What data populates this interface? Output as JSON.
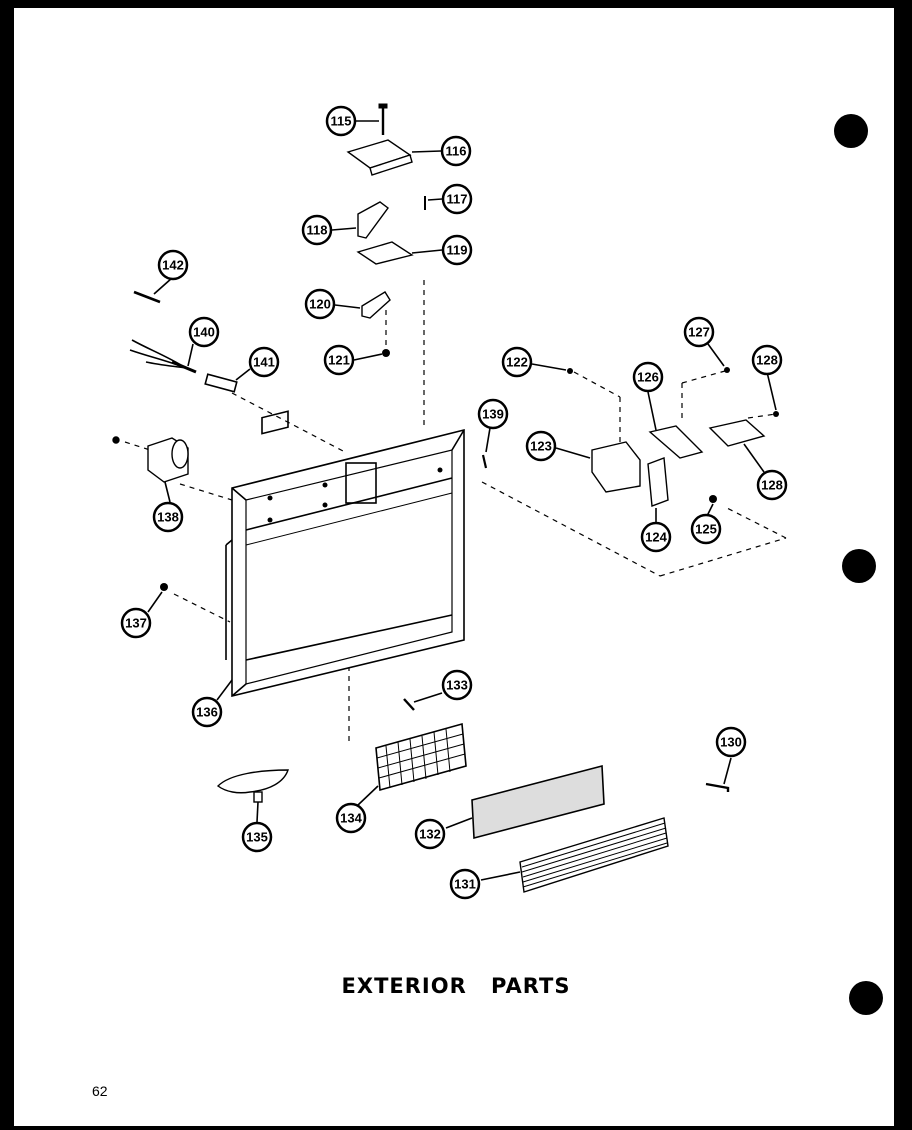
{
  "caption": "EXTERIOR PARTS",
  "page_number": "62",
  "callouts": [
    {
      "id": "115",
      "label": "115"
    },
    {
      "id": "116",
      "label": "116"
    },
    {
      "id": "117",
      "label": "117"
    },
    {
      "id": "118",
      "label": "118"
    },
    {
      "id": "119",
      "label": "119"
    },
    {
      "id": "120",
      "label": "120"
    },
    {
      "id": "121",
      "label": "121"
    },
    {
      "id": "122",
      "label": "122"
    },
    {
      "id": "123",
      "label": "123"
    },
    {
      "id": "124",
      "label": "124"
    },
    {
      "id": "125",
      "label": "125"
    },
    {
      "id": "126",
      "label": "126"
    },
    {
      "id": "127",
      "label": "127"
    },
    {
      "id": "128a",
      "label": "128"
    },
    {
      "id": "128b",
      "label": "128"
    },
    {
      "id": "130",
      "label": "130"
    },
    {
      "id": "131",
      "label": "131"
    },
    {
      "id": "132",
      "label": "132"
    },
    {
      "id": "133",
      "label": "133"
    },
    {
      "id": "134",
      "label": "134"
    },
    {
      "id": "135",
      "label": "135"
    },
    {
      "id": "136",
      "label": "136"
    },
    {
      "id": "137",
      "label": "137"
    },
    {
      "id": "138",
      "label": "138"
    },
    {
      "id": "139",
      "label": "139"
    },
    {
      "id": "140",
      "label": "140"
    },
    {
      "id": "141",
      "label": "141"
    },
    {
      "id": "142",
      "label": "142"
    }
  ]
}
